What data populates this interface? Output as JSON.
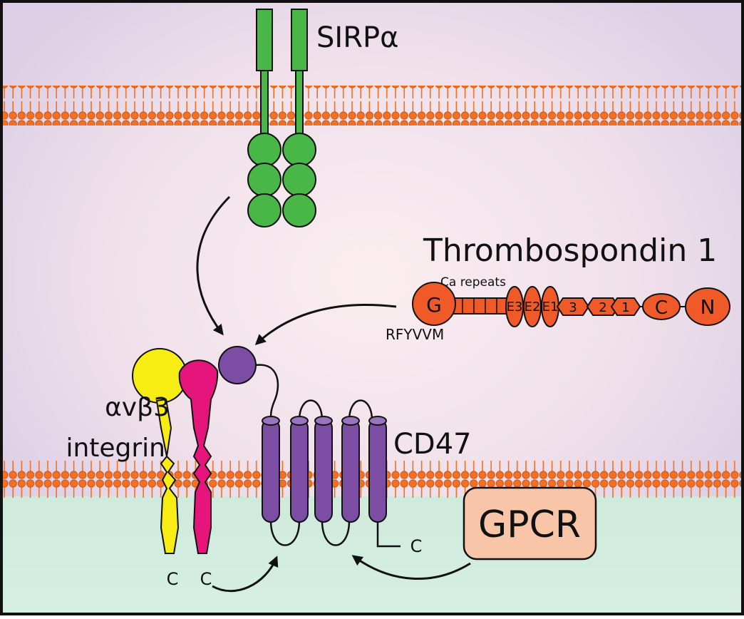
{
  "labels": {
    "sirpa": "SIRPα",
    "thrombospondin": "Thrombospondin 1",
    "ca_repeats": "Ca repeats",
    "rfyvvm": "RFYVVM",
    "integrin_line1": "αvβ3",
    "integrin_line2": "integrin",
    "cd47": "CD47",
    "gpcr": "GPCR",
    "c_terminus_cd47": "C",
    "c_terminus_integrin_a": "C",
    "c_terminus_integrin_b": "C"
  },
  "tsp1_domains": {
    "g": "G",
    "e3": "E3",
    "e2": "E2",
    "e1": "E1",
    "r3": "3",
    "r2": "2",
    "r1": "1",
    "c": "C",
    "n": "N"
  },
  "colors": {
    "sirpa": "#49b648",
    "tsp1": "#f05a28",
    "cd47": "#7b4ea3",
    "integrin_alpha": "#f7ec13",
    "integrin_beta": "#e6157c",
    "gpcr": "#f9c5a9",
    "lipid_head": "#f36f21",
    "cytoplasm": "#d2ece0",
    "extracellular_edge": "#ddd1e6",
    "extracellular_center": "#f8e8ec"
  }
}
